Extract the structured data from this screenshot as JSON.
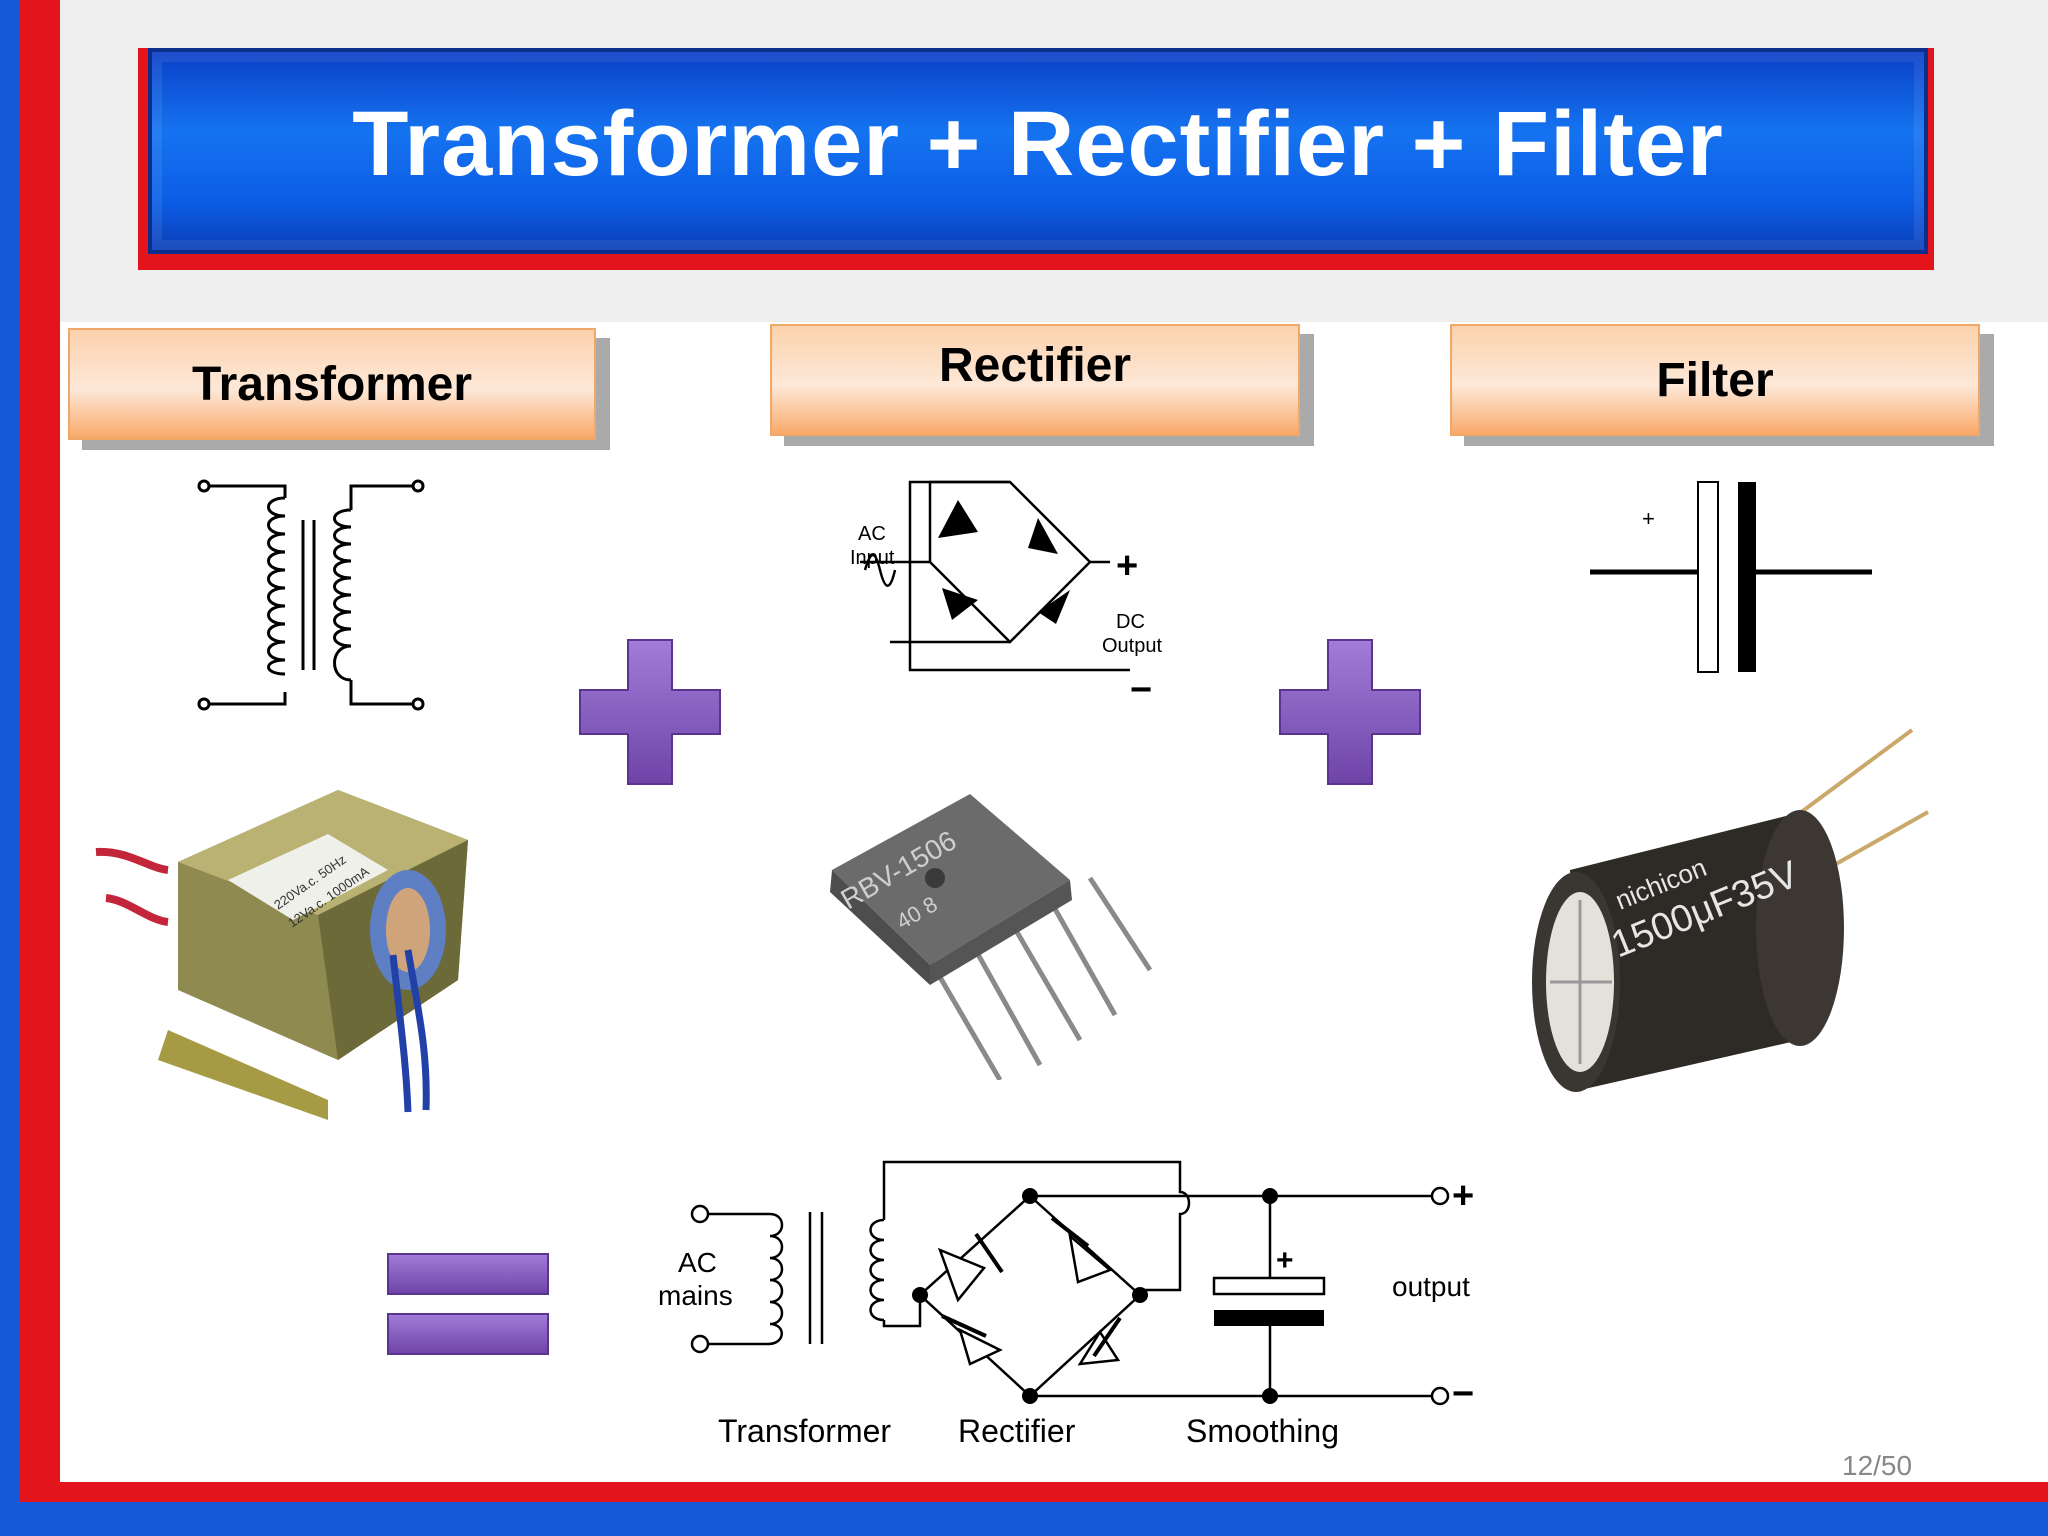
{
  "title": "Transformer + Rectifier + Filter",
  "labels": {
    "transformer": "Transformer",
    "rectifier": "Rectifier",
    "filter": "Filter"
  },
  "rectifier_symbol": {
    "ac_input": [
      "AC",
      "Input"
    ],
    "dc_output": [
      "DC",
      "Output"
    ],
    "plus": "+",
    "minus": "−"
  },
  "capacitor_symbol": {
    "plus": "+"
  },
  "transformer_photo": {
    "marking_line1": "220Va.c. 50Hz",
    "marking_line2": "12Va.c. 1000mA"
  },
  "bridge_photo": {
    "marking_line1": "RBV-1506",
    "marking_line2": "40   8"
  },
  "capacitor_photo": {
    "marking_line1": "nichicon",
    "marking_line2": "1500μF35V"
  },
  "combined_circuit": {
    "ac_mains": [
      "AC",
      "mains"
    ],
    "output": "output",
    "plus": "+",
    "minus": "−",
    "cap_plus": "+",
    "captions": [
      "Transformer",
      "Rectifier",
      "Smoothing"
    ]
  },
  "operators": {
    "plus_icon": "plus-icon",
    "equals_icon": "equals-icon"
  },
  "colors": {
    "title_blue": "#1160e6",
    "frame_red": "#e3141b",
    "operator_purple": "#8f62c4",
    "label_peach": "#fcd2ad"
  },
  "page_number": "12/50"
}
